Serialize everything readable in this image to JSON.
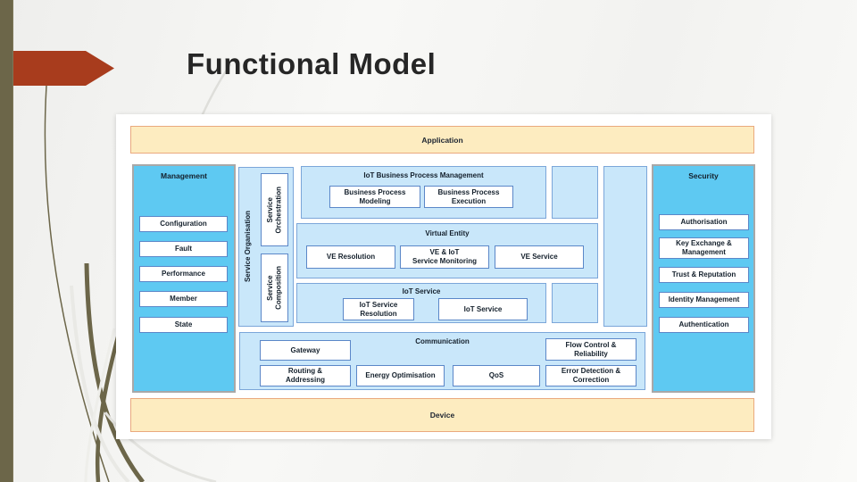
{
  "title": "Functional Model",
  "colors": {
    "accent_bar": "#6c6649",
    "arrow_red": "#a83c1d",
    "band_fill": "#fdecc0",
    "band_border": "#eaa97e",
    "column_fill": "#5ec9f2",
    "panel_fill": "#c9e7fa",
    "panel_border": "#7ba6d9",
    "box_border": "#5b87c8",
    "text_dark": "#14202c"
  },
  "diagram": {
    "application": {
      "label": "Application"
    },
    "device": {
      "label": "Device"
    },
    "management": {
      "header": "Management",
      "items": [
        "Configuration",
        "Fault",
        "Performance",
        "Member",
        "State"
      ]
    },
    "security": {
      "header": "Security",
      "items": [
        "Authorisation",
        "Key Exchange &\nManagement",
        "Trust & Reputation",
        "Identity Management",
        "Authentication"
      ]
    },
    "service_organisation": {
      "header": "Service Organisation",
      "items": [
        "Service\nOrchestration",
        "Service\nComposition"
      ]
    },
    "bpm": {
      "header": "IoT Business Process Management",
      "items": [
        "Business Process\nModeling",
        "Business Process\nExecution"
      ]
    },
    "virtual_entity": {
      "header": "Virtual Entity",
      "items": [
        "VE Resolution",
        "VE & IoT\nService Monitoring",
        "VE Service"
      ]
    },
    "iot_service": {
      "header": "IoT Service",
      "items": [
        "IoT Service\nResolution",
        "IoT Service"
      ]
    },
    "communication": {
      "header": "Communication",
      "items": [
        "Gateway",
        "Routing &\nAddressing",
        "Energy Optimisation",
        "QoS",
        "Flow Control &\nReliability",
        "Error Detection &\nCorrection"
      ]
    }
  }
}
